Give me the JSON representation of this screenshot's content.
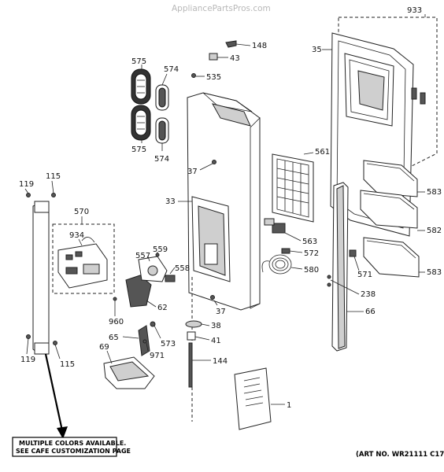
{
  "watermark": "AppliancePartsPros.com",
  "note": {
    "line1": "MULTIPLE COLORS AVAILABLE.",
    "line2": "SEE CAFE CUSTOMIZATION PAGE"
  },
  "art_number": "(ART NO. WR21111 C17",
  "labels": {
    "p933": "933",
    "p35": "35",
    "p148": "148",
    "p43": "43",
    "p575a": "575",
    "p574a": "574",
    "p535": "535",
    "p575b": "575",
    "p574b": "574",
    "p37a": "37",
    "p561": "561",
    "p33": "33",
    "p583a": "583",
    "p583b": "583",
    "p582": "582",
    "p119a": "119",
    "p115a": "115",
    "p570": "570",
    "p934": "934",
    "p563": "563",
    "p559": "559",
    "p557": "557",
    "p572": "572",
    "p558": "558",
    "p580": "580",
    "p571": "571",
    "p238": "238",
    "p62": "62",
    "p960": "960",
    "p37b": "37",
    "p66": "66",
    "p38": "38",
    "p65": "65",
    "p573": "573",
    "p41": "41",
    "p69": "69",
    "p971": "971",
    "p119b": "119",
    "p115b": "115",
    "p144": "144",
    "p1": "1"
  }
}
